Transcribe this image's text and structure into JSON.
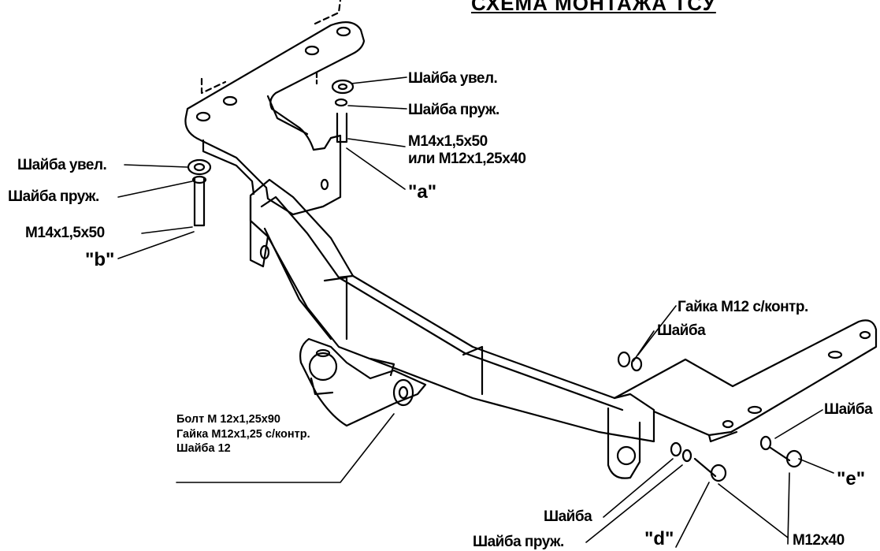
{
  "title": "СХЕМА МОНТАЖА ТСУ",
  "labels": {
    "washer_big_top": "Шайба увел.",
    "washer_spring_top": "Шайба пруж.",
    "bolt_a_line1": "M14x1,5x50",
    "bolt_a_line2": "или M12x1,25x40",
    "point_a": "\"a\"",
    "washer_big_left": "Шайба увел.",
    "washer_spring_left": "Шайба пруж.",
    "bolt_b": "M14x1,5x50",
    "point_b": "\"b\"",
    "nut_m12": "Гайка M12 с/контр.",
    "washer_right_mid": "Шайба",
    "washer_far_right": "Шайба",
    "point_e": "\"e\"",
    "washer_bottom": "Шайба",
    "washer_spring_bottom": "Шайба пруж.",
    "point_d": "\"d\"",
    "bolt_m12x40": "M12x40"
  },
  "bolt_block": {
    "line1": "Болт M 12x1,25x90",
    "line2": "Гайка M12x1,25 с/контр.",
    "line3": "Шайба 12"
  }
}
